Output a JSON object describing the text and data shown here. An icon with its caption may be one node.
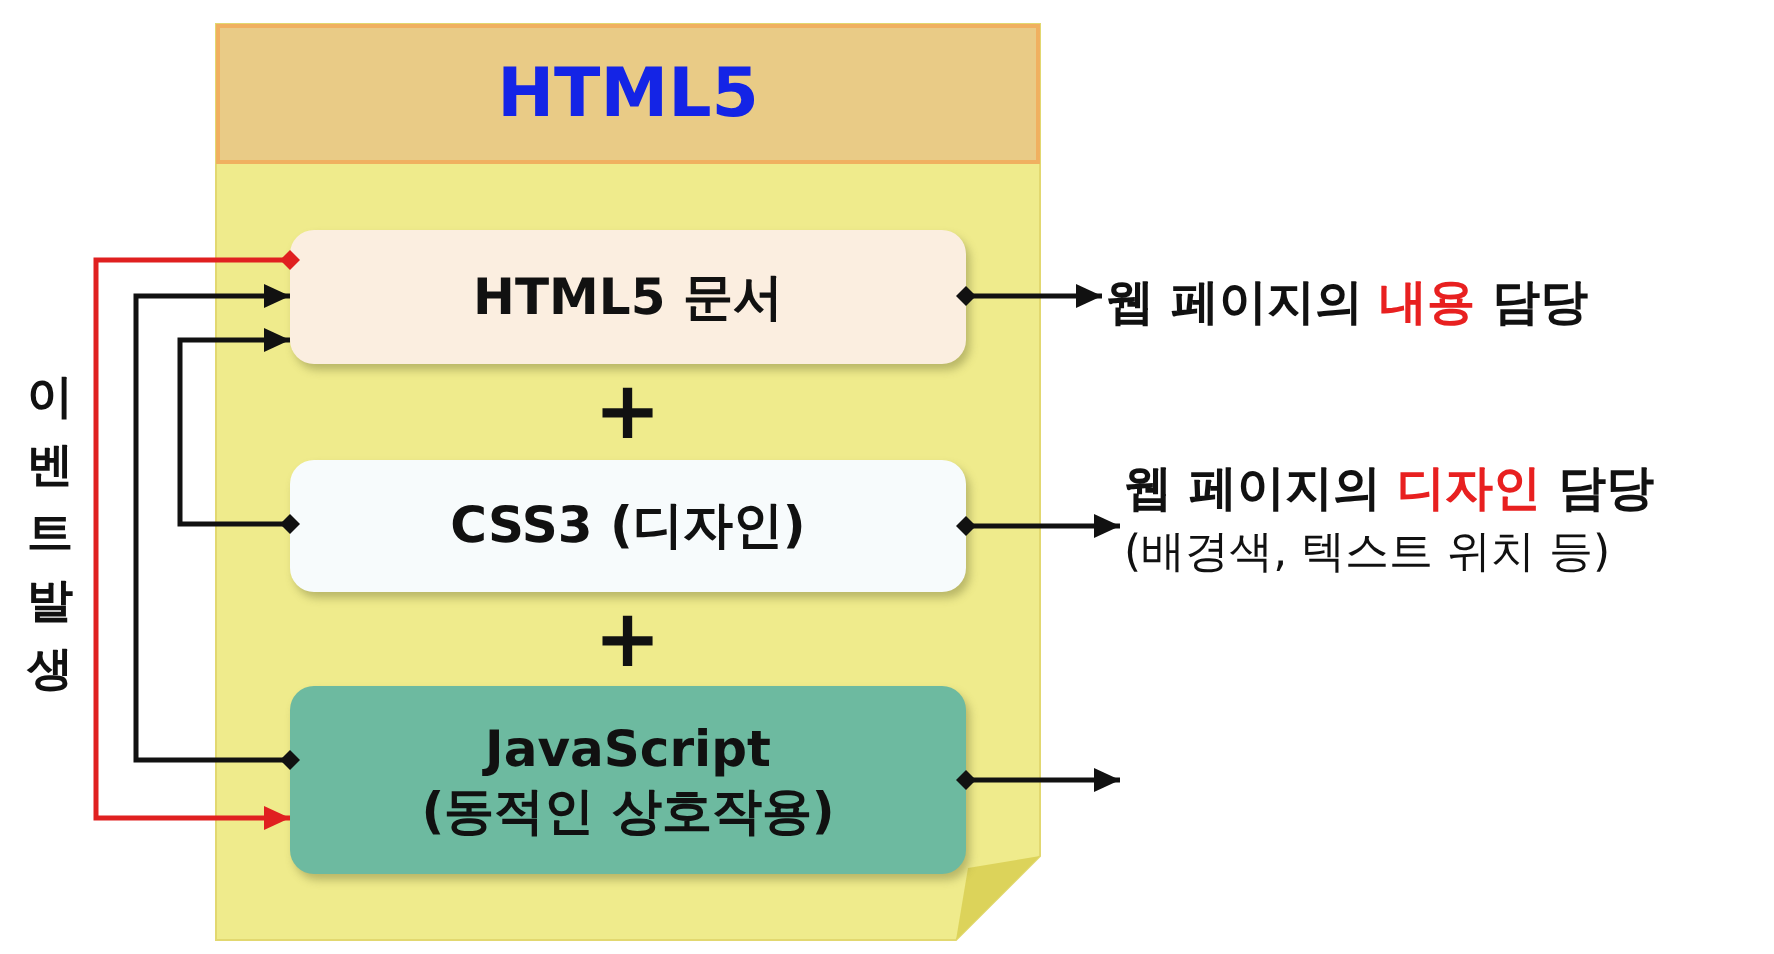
{
  "diagram": {
    "nodes": [
      {
        "text": [
          "HTML5"
        ]
      },
      {
        "text": [
          "HTML5 문서"
        ],
        "in": 0
      },
      {
        "text": [
          "CSS3 (디자인)"
        ],
        "in": 0
      },
      {
        "text": [
          "JavaScript (동적인 상호작용)"
        ],
        "in": 0
      },
      {
        "text": [
          "웹 페이지의 **내용** 담당"
        ]
      },
      {
        "text": [
          "웹 페이지의 **디자인** 담당",
          "(배경색, 텍스트 위치 등)"
        ]
      }
    ],
    "edges": [
      {
        "from": 1,
        "to": 3,
        "arrow": "to",
        "color": "#e02020"
      },
      {
        "from": 3,
        "to": 1,
        "arrow": "to"
      },
      {
        "from": 2,
        "to": 1,
        "arrow": "to"
      },
      {
        "from": 1,
        "to": 4,
        "arrow": "to"
      },
      {
        "from": 2,
        "to": 5,
        "arrow": "to"
      },
      {
        "from": 3,
        "to": null,
        "arrow": "to"
      }
    ],
    "labels": [
      "+",
      "+",
      "이벤트 발생"
    ]
  }
}
